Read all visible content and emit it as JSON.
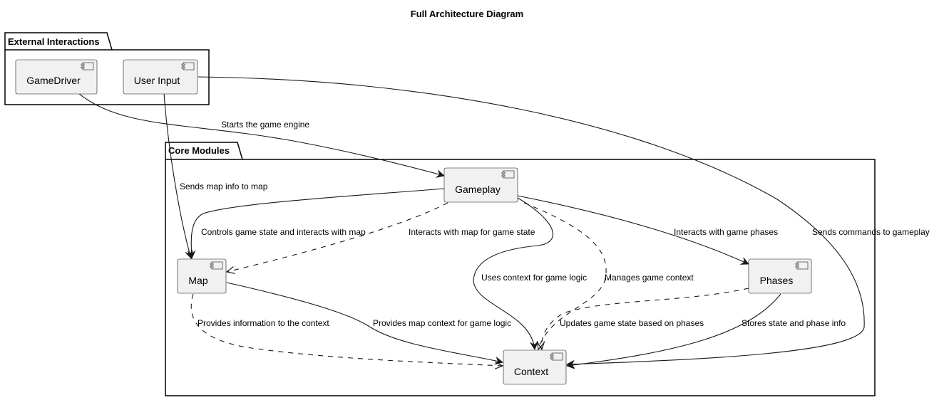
{
  "title": "Full Architecture Diagram",
  "packages": {
    "external": {
      "label": "External Interactions"
    },
    "core": {
      "label": "Core Modules"
    }
  },
  "components": {
    "gamedriver": "GameDriver",
    "userinput": "User Input",
    "gameplay": "Gameplay",
    "map": "Map",
    "phases": "Phases",
    "context": "Context"
  },
  "edges": {
    "gamedriver_gameplay": "Starts the game engine",
    "userinput_map": "Sends map info to map",
    "userinput_gameplay": "Sends commands to gameplay",
    "gameplay_map": "Controls game state and interacts with map",
    "gameplay_map_dashed": "Interacts with map for game state",
    "gameplay_phases": "Interacts with game phases",
    "gameplay_context": "Uses context for game logic",
    "gameplay_context_dashed": "Manages game context",
    "map_context_dashed": "Provides information to the context",
    "map_context": "Provides map context for game logic",
    "phases_context_dashed": "Updates game state based on phases",
    "phases_context": "Stores state and phase info"
  }
}
